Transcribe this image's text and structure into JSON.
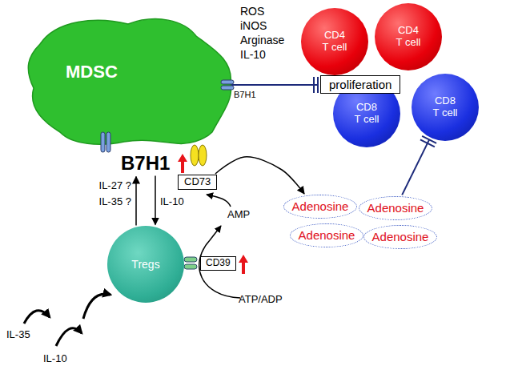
{
  "diagram": {
    "nodes": [
      {
        "text": [
          "MDSC"
        ]
      },
      {
        "text": [
          "CD73"
        ]
      },
      {
        "text": [
          "CD4 T cell"
        ]
      },
      {
        "text": [
          "CD4 T cell"
        ]
      },
      {
        "text": [
          "CD8 T cell"
        ]
      },
      {
        "text": [
          "CD8 T cell"
        ]
      },
      {
        "text": [
          "proliferation"
        ]
      },
      {
        "text": [
          "B7H1"
        ]
      },
      {
        "text": [
          "Adenosine"
        ]
      },
      {
        "text": [
          "Adenosine"
        ]
      },
      {
        "text": [
          "Adenosine"
        ]
      },
      {
        "text": [
          "Adenosine"
        ]
      },
      {
        "text": [
          "Tregs"
        ]
      },
      {
        "text": [
          "CD39"
        ]
      }
    ],
    "edges": [
      {
        "from": 0,
        "to": 6,
        "arrow": "to"
      },
      {
        "from": 12,
        "to": 7,
        "arrow": "to"
      },
      {
        "from": 7,
        "to": 12,
        "label": "IL-10",
        "arrow": "to"
      },
      {
        "from": 1,
        "to": 8,
        "arrow": "to"
      },
      {
        "from": 9,
        "to": 5,
        "arrow": "to"
      }
    ],
    "labels": [
      "ROS",
      "iNOS",
      "Arginase",
      "IL-10",
      "B7H1",
      "IL-27 ?",
      "IL-35 ?",
      "AMP",
      "ATP/ADP",
      "IL-35",
      "IL-10"
    ]
  }
}
